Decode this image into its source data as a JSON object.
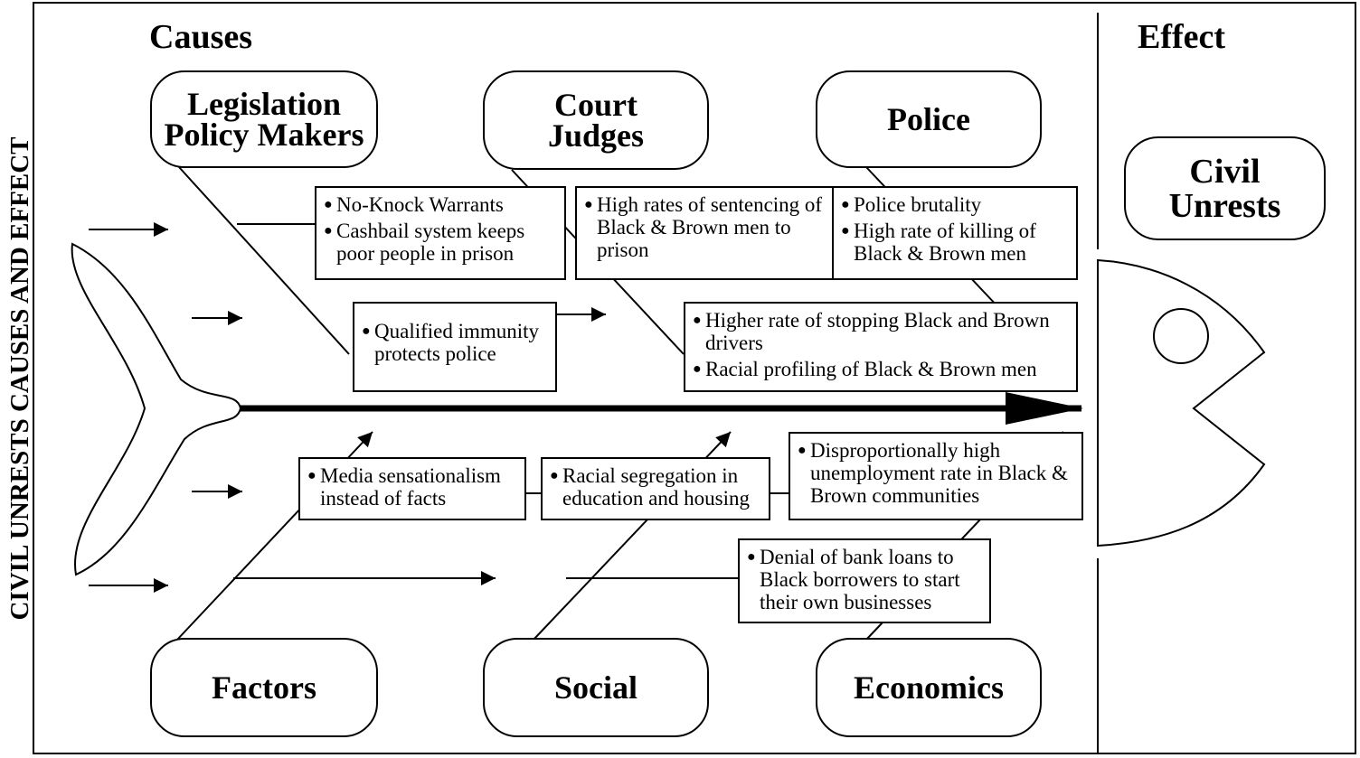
{
  "side_title": "CIVIL UNRESTS CAUSES AND EFFECT",
  "headings": {
    "causes": "Causes",
    "effect": "Effect"
  },
  "effect_label": "Civil\nUnrests",
  "categories": {
    "legislation": "Legislation\nPolicy Makers",
    "court": "Court\nJudges",
    "police": "Police",
    "factors": "Factors",
    "social": "Social",
    "economics": "Economics"
  },
  "bullet_symbol": "●",
  "boxes": {
    "legislation": [
      "No-Knock Warrants",
      "Cashbail system keeps poor people in prison"
    ],
    "court": [
      "High rates of sentencing of Black & Brown men to prison"
    ],
    "police": [
      "Police brutality",
      "High rate of killing of Black & Brown men"
    ],
    "immunity": [
      "Qualified immunity protects police"
    ],
    "stopping": [
      "Higher rate of stopping Black and Brown drivers",
      "Racial profiling of Black & Brown men"
    ],
    "media": [
      "Media sensationalism instead of facts"
    ],
    "segregation": [
      "Racial segregation in education and housing"
    ],
    "unemployment": [
      "Disproportionally high unemployment rate in Black & Brown communities"
    ],
    "loans": [
      "Denial of bank loans to Black borrowers to start their own businesses"
    ]
  }
}
